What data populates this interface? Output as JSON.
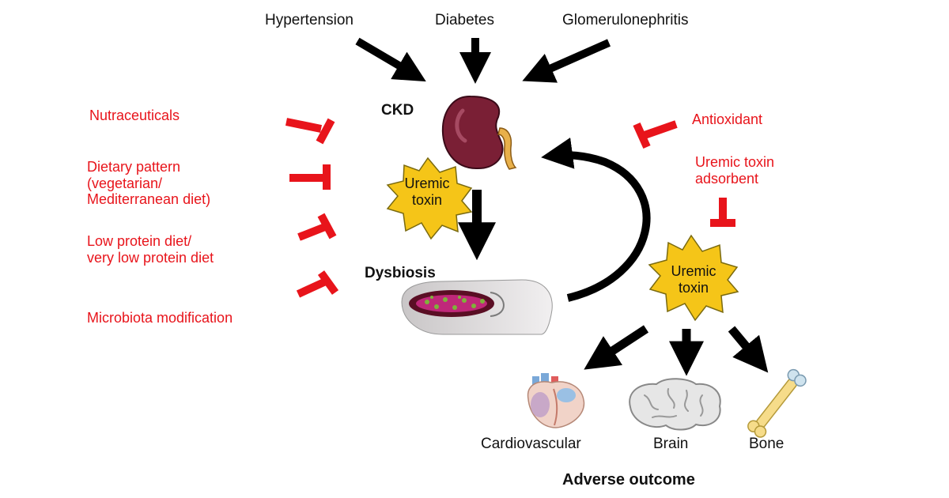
{
  "causes": [
    "Hypertension",
    "Diabetes",
    "Glomerulonephritis"
  ],
  "nodes": {
    "ckd": "CKD",
    "dysbiosis": "Dysbiosis",
    "toxin_line1": "Uremic",
    "toxin_line2": "toxin"
  },
  "interventions_left": [
    {
      "lines": [
        "Nutraceuticals"
      ]
    },
    {
      "lines": [
        "Dietary pattern",
        "(vegetarian/",
        "Mediterranean diet)"
      ]
    },
    {
      "lines": [
        "Low protein diet/",
        "very low protein diet"
      ]
    },
    {
      "lines": [
        "Microbiota modification"
      ]
    }
  ],
  "interventions_right": [
    {
      "lines": [
        "Antioxidant"
      ]
    },
    {
      "lines": [
        "Uremic toxin",
        "adsorbent"
      ]
    }
  ],
  "outcomes": [
    "Cardiovascular",
    "Brain",
    "Bone"
  ],
  "outcome_title": "Adverse outcome",
  "colors": {
    "inhibitor": "#e8141b",
    "toxin_fill": "#f5c518",
    "kidney": "#7a1f35",
    "arrow": "#000000"
  }
}
